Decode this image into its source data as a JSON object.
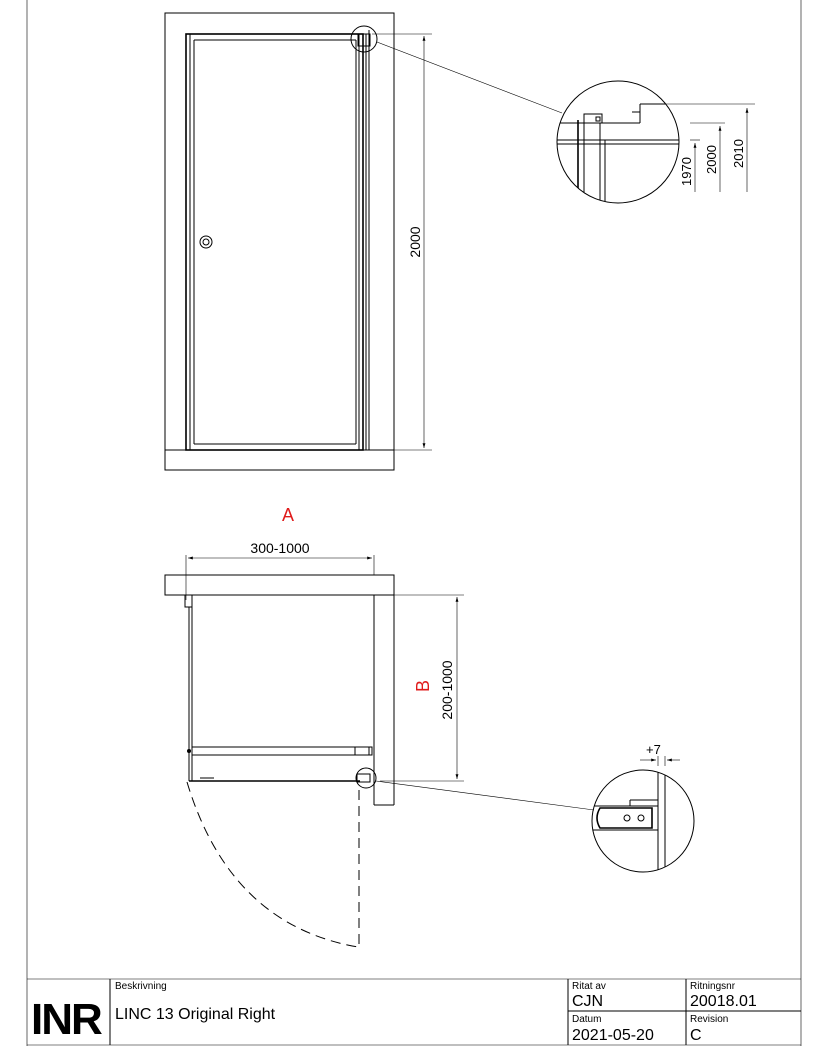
{
  "views": {
    "label_a": "A",
    "label_b": "B"
  },
  "dimensions": {
    "height_main": "2000",
    "detail_1970": "1970",
    "detail_2000": "2000",
    "detail_2010": "2010",
    "width_range": "300-1000",
    "depth_range": "200-1000",
    "offset": "+7"
  },
  "title_block": {
    "logo": "INR",
    "description_label": "Beskrivning",
    "description_value": "LINC 13 Original Right",
    "drawn_by_label": "Ritat av",
    "drawn_by_value": "CJN",
    "drawing_no_label": "Ritningsnr",
    "drawing_no_value": "20018.01",
    "date_label": "Datum",
    "date_value": "2021-05-20",
    "revision_label": "Revision",
    "revision_value": "C"
  },
  "colors": {
    "accent_label": "#e01b1b",
    "line": "#000000"
  }
}
